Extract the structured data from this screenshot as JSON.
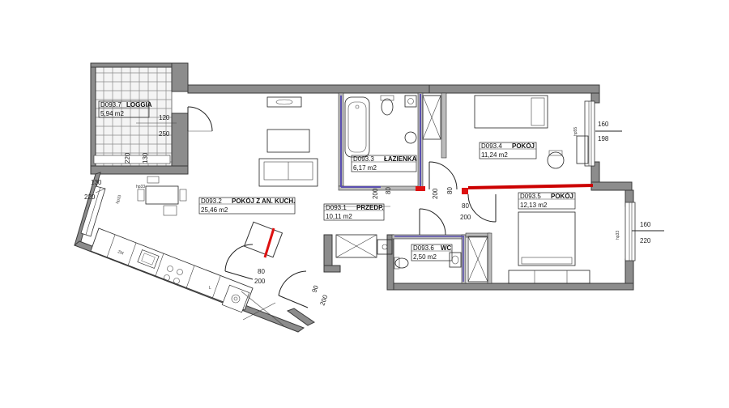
{
  "rooms": [
    {
      "code": "D093.7",
      "name": "LOGGIA",
      "area": "5,94 m2"
    },
    {
      "code": "D093.2",
      "name": "POKÓJ Z AN. KUCH.",
      "area": "25,46 m2"
    },
    {
      "code": "D093.3",
      "name": "ŁAZIENKA",
      "area": "6,17 m2"
    },
    {
      "code": "D093.1",
      "name": "PRZEDP.",
      "area": "10,11 m2"
    },
    {
      "code": "D093.4",
      "name": "POKÓJ",
      "area": "11,24 m2"
    },
    {
      "code": "D093.5",
      "name": "POKÓJ",
      "area": "12,13 m2"
    },
    {
      "code": "D093.6",
      "name": "WC",
      "area": "2,50 m2"
    }
  ],
  "dimensions": {
    "loggia_door_w": "120",
    "loggia_door_h": "250",
    "loggia_win_w": "220",
    "loggia_win_h": "130",
    "left_win_w": "130",
    "left_win_h": "220",
    "room4_win_w": "160",
    "room4_win_h": "198",
    "room5_win_w": "160",
    "room5_win_h": "220",
    "bath_door_w": "80",
    "bath_door_h": "200",
    "room4_door_w": "80",
    "room4_door_h": "200",
    "room5_door_w": "80",
    "room5_door_h": "200",
    "kitchen_door_w": "80",
    "kitchen_door_h": "200",
    "entry_door_w": "90",
    "entry_door_h": "200"
  },
  "sill_labels": {
    "loggia": "hp33",
    "left": "hp33",
    "room4": "hp55",
    "room5": "hp33"
  },
  "appliance_labels": {
    "fridge": "ZM",
    "dishwasher": "L"
  }
}
